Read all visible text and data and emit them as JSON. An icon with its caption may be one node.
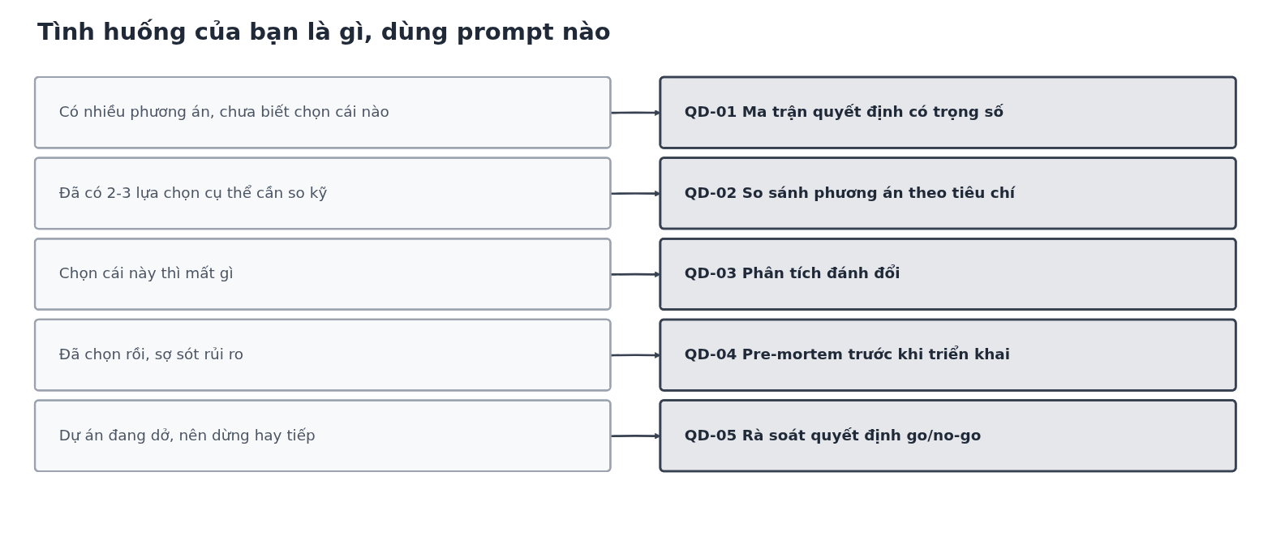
{
  "diagram": {
    "title": "Tình huống của bạn là gì, dùng prompt nào",
    "nodes": [
      {
        "text": [
          "Có nhiều phương án, chưa biết chọn cái nào"
        ]
      },
      {
        "text": [
          "QD-01 Ma trận quyết định có trọng số"
        ]
      },
      {
        "text": [
          "Đã có 2-3 lựa chọn cụ thể cần so kỹ"
        ]
      },
      {
        "text": [
          "QD-02 So sánh phương án theo tiêu chí"
        ]
      },
      {
        "text": [
          "Chọn cái này thì mất gì"
        ]
      },
      {
        "text": [
          "QD-03 Phân tích đánh đổi"
        ]
      },
      {
        "text": [
          "Đã chọn rồi, sợ sót rủi ro"
        ]
      },
      {
        "text": [
          "QD-04 Pre-mortem trước khi triển khai"
        ]
      },
      {
        "text": [
          "Dự án đang dở, nên dừng hay tiếp"
        ]
      },
      {
        "text": [
          "QD-05 Rà soát quyết định go/no-go"
        ]
      }
    ],
    "edges": [
      {
        "from": 0,
        "to": 1,
        "arrow": "to"
      },
      {
        "from": 2,
        "to": 3,
        "arrow": "to"
      },
      {
        "from": 4,
        "to": 5,
        "arrow": "to"
      },
      {
        "from": 6,
        "to": 7,
        "arrow": "to"
      },
      {
        "from": 8,
        "to": 9,
        "arrow": "to"
      }
    ]
  }
}
